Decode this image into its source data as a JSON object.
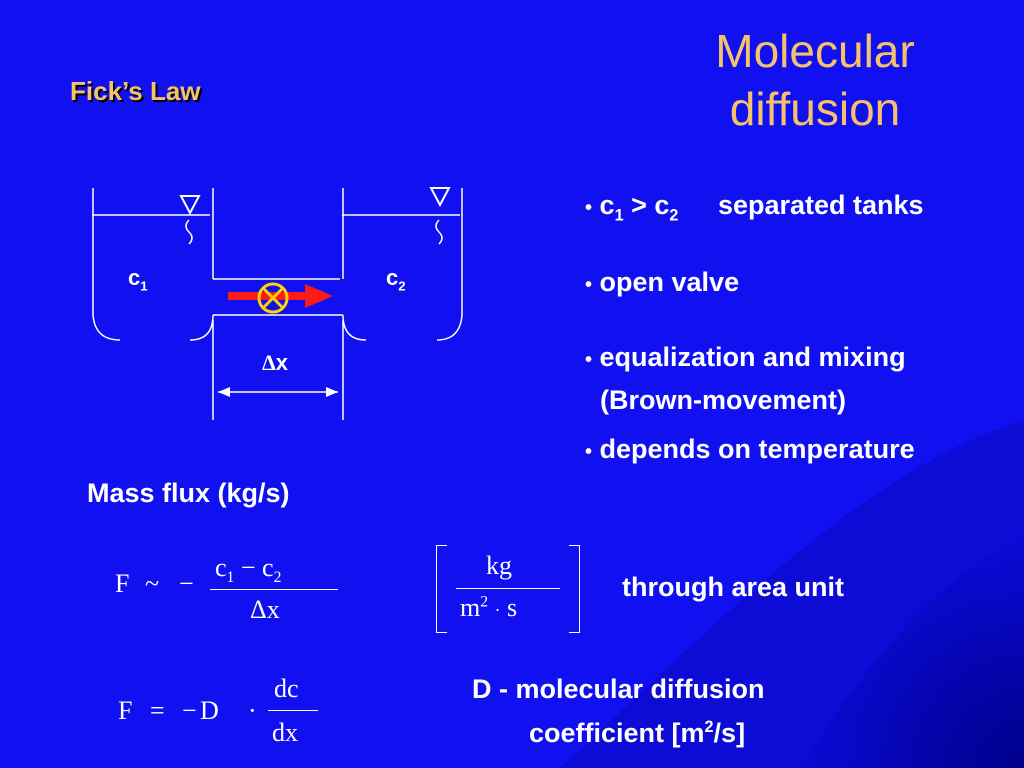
{
  "slide": {
    "title_line1": "Molecular",
    "title_line2": "diffusion",
    "section": "Fick’s Law",
    "colors": {
      "background": "#1010f0",
      "gradient_corner": "#00008a",
      "title": "#f5c26b",
      "arrow": "#ff1a1a",
      "valve": "#ffd400"
    }
  },
  "diagram": {
    "label_c1": "c",
    "label_c1_sub": "1",
    "label_c2": "c",
    "label_c2_sub": "2",
    "delta_symbol": "Δ",
    "delta_var": "x"
  },
  "bullets": {
    "marker": "•",
    "b1_c1": "c",
    "b1_c1_sub": "1",
    "b1_op": ">",
    "b1_c2": "c",
    "b1_c2_sub": "2",
    "b1_text": "separated tanks",
    "b2": "open valve",
    "b3_line1": "equalization and mixing",
    "b3_line2": "(Brown-movement)",
    "b4": "depends on temperature"
  },
  "mass_flux_label": "Mass flux (kg/s)",
  "formula1": {
    "lhs": "F",
    "rel": "~",
    "sign": "−",
    "num_c1": "c",
    "num_c1_sub": "1",
    "num_minus": "−",
    "num_c2": "c",
    "num_c2_sub": "2",
    "den": "Δx"
  },
  "units": {
    "num": "kg",
    "den_m": "m",
    "den_exp": "2",
    "den_dot": "·",
    "den_s": "s"
  },
  "area_text": "through area unit",
  "formula2": {
    "lhs": "F",
    "eq": "=",
    "sign": "−",
    "D": "D",
    "dot": "·",
    "num": "dc",
    "den": "dx"
  },
  "d_def": {
    "line1": "D - molecular diffusion",
    "line2_pre": "coefficient [m",
    "line2_sup": "2",
    "line2_post": "/s]"
  }
}
